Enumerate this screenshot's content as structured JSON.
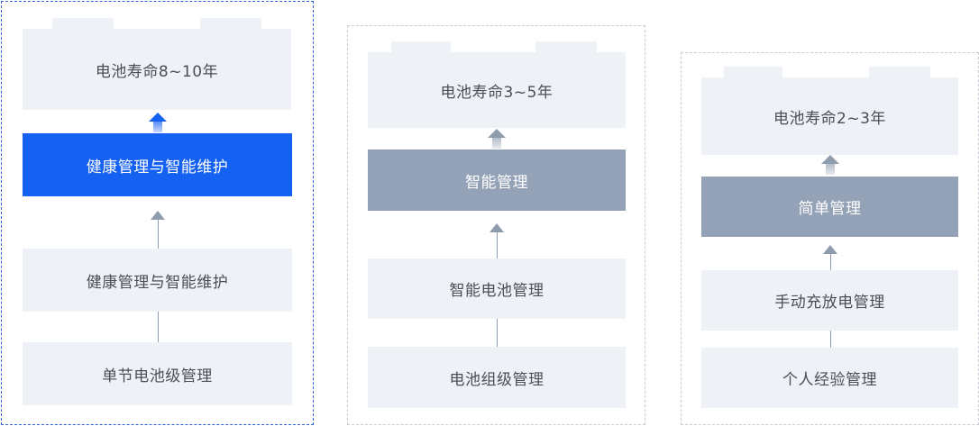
{
  "panels": [
    {
      "lifespan": "电池寿命8~10年",
      "highlight": "健康管理与智能维护",
      "middle": "健康管理与智能维护",
      "bottom": "单节电池级管理"
    },
    {
      "lifespan": "电池寿命3~5年",
      "highlight": "智能管理",
      "middle": "智能电池管理",
      "bottom": "电池组级管理"
    },
    {
      "lifespan": "电池寿命2~3年",
      "highlight": "简单管理",
      "middle": "手动充放电管理",
      "bottom": "个人经验管理"
    }
  ],
  "colors": {
    "accent_blue": "#1561f1",
    "box_gray": "#93a2b7",
    "box_light": "#eef1f5",
    "text": "#4a4f57"
  }
}
